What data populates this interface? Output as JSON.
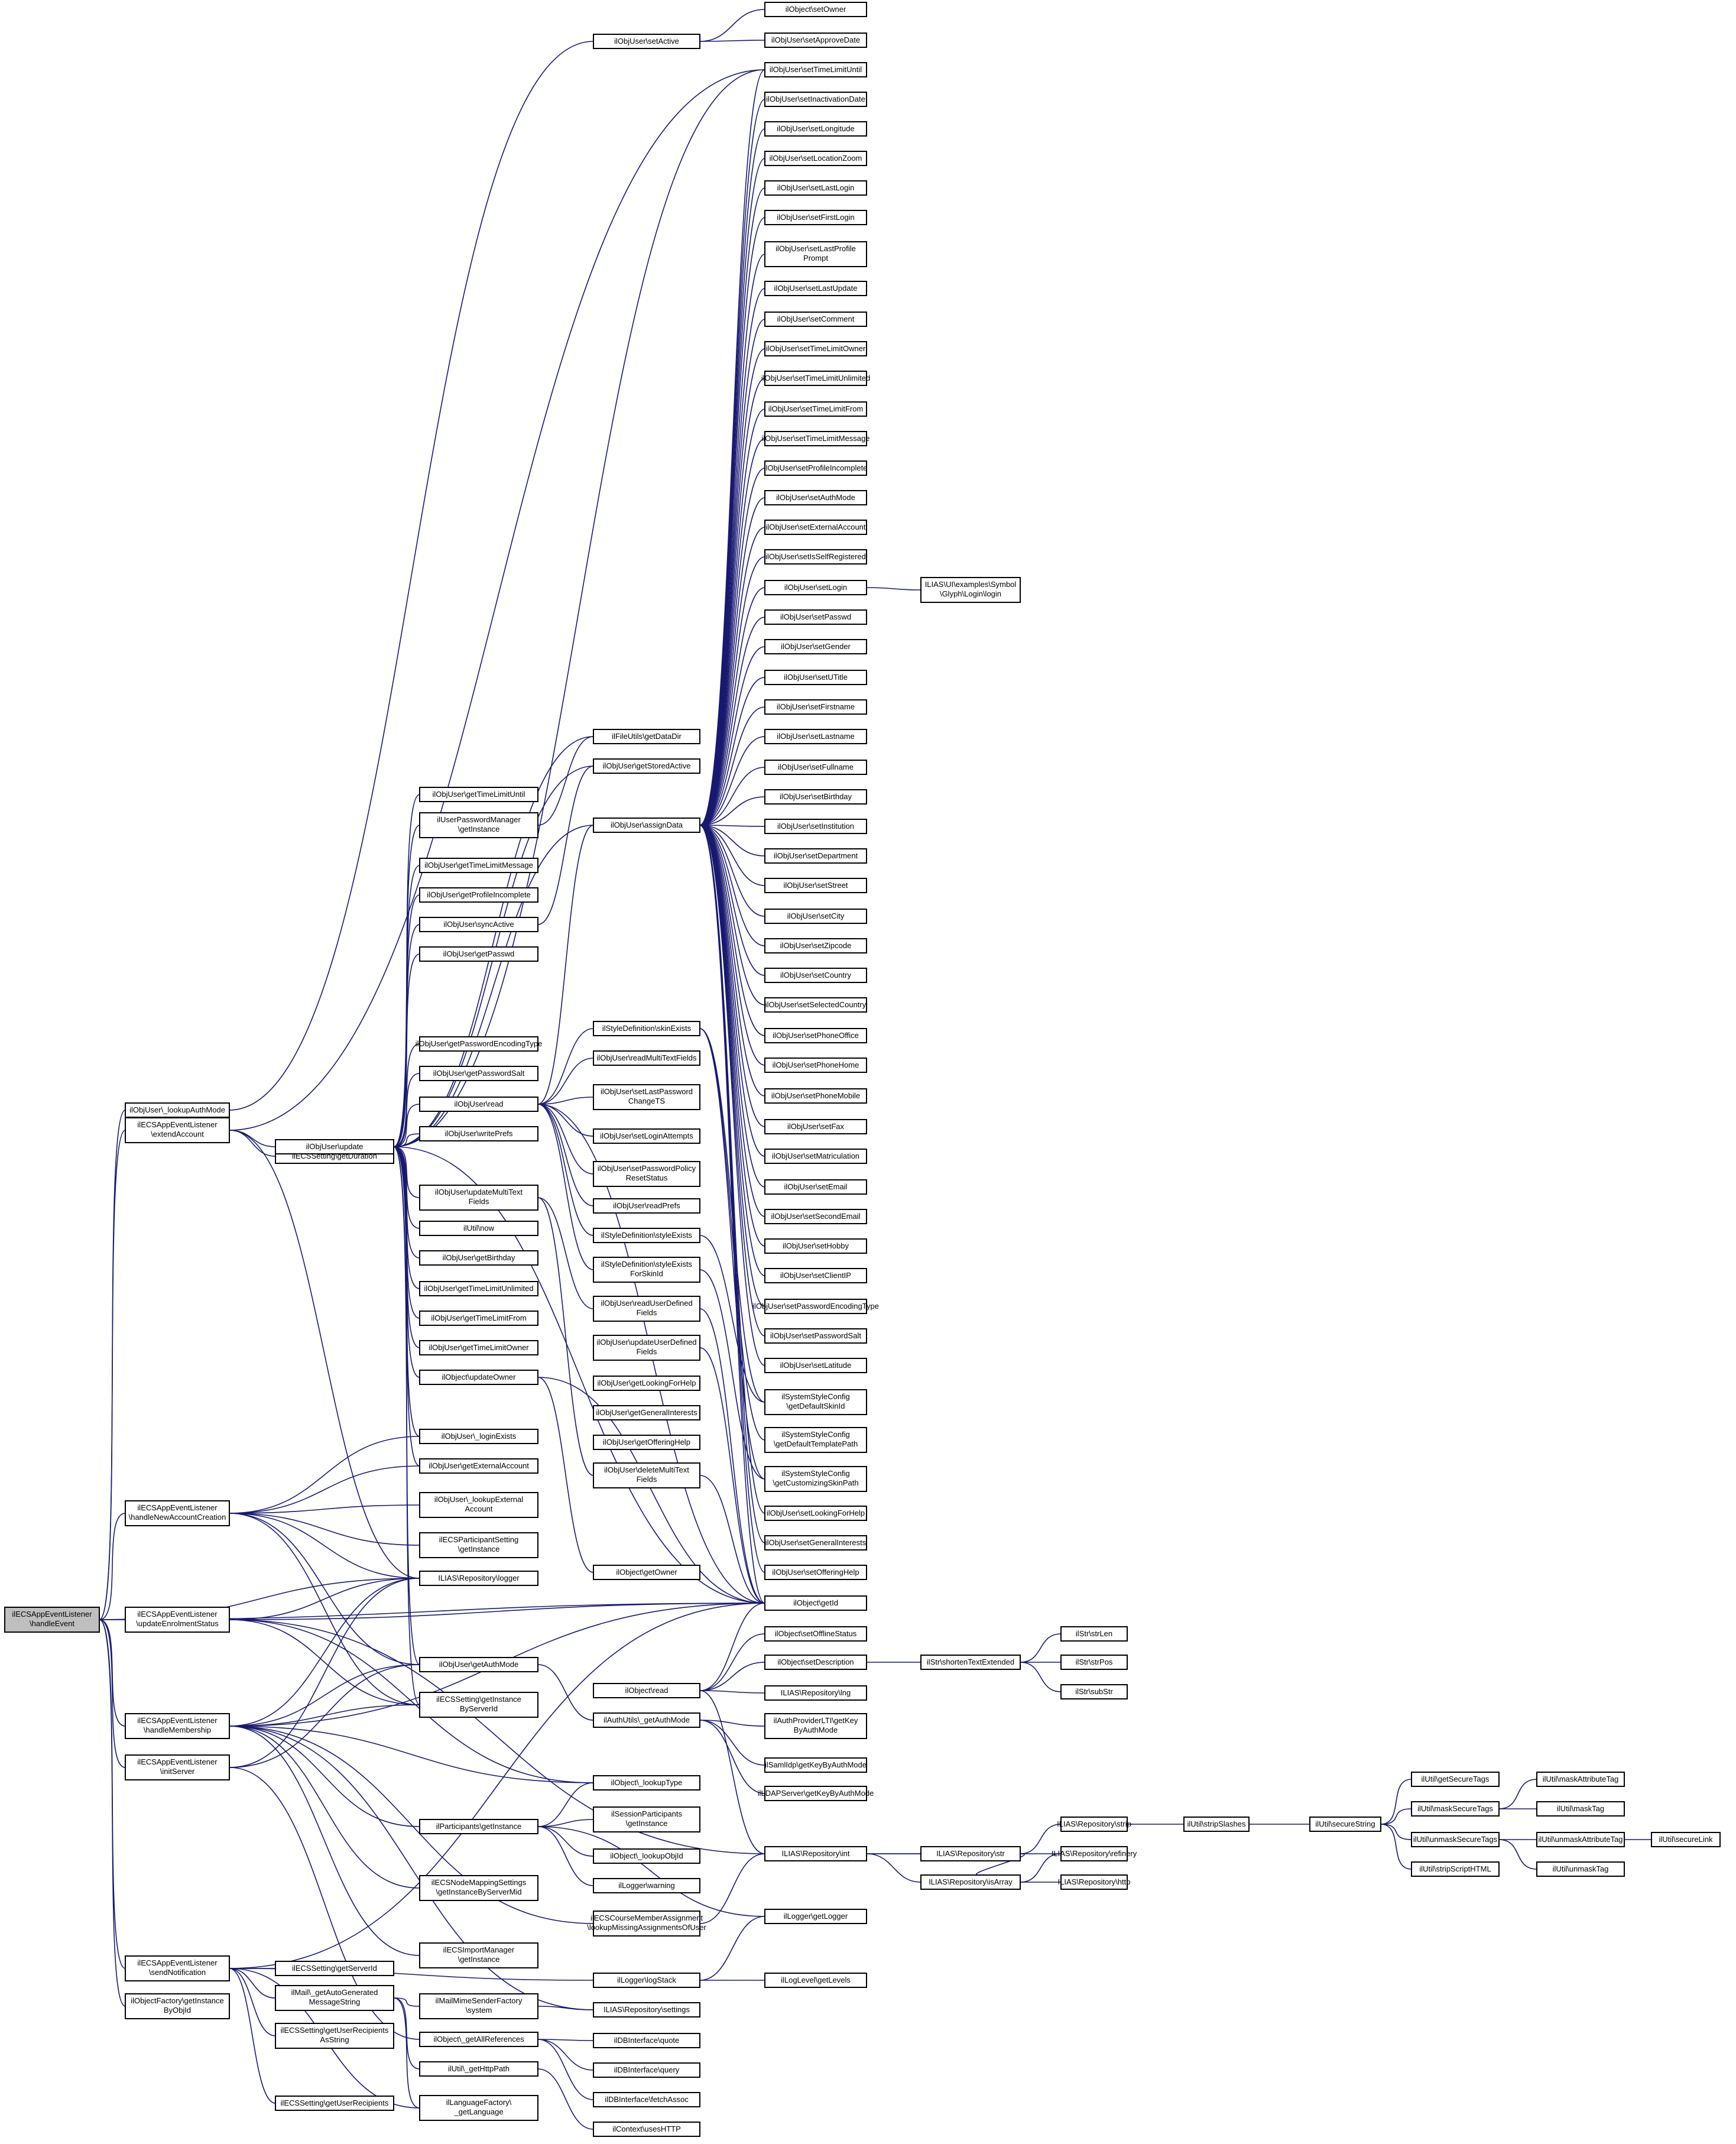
{
  "graph": {
    "root": "n0",
    "nodes": [
      {
        "id": "n0",
        "lines": [
          "ilECSAppEventListener",
          "\\handleEvent"
        ],
        "root": true
      },
      {
        "id": "n1",
        "lines": [
          "ilObjUser\\_lookupAuthMode"
        ]
      },
      {
        "id": "n2",
        "lines": [
          "ilECSAppEventListener",
          "\\extendAccount"
        ]
      },
      {
        "id": "n3",
        "lines": [
          "ilObjUser\\setActive"
        ]
      },
      {
        "id": "n4",
        "lines": [
          "ilObject\\setOwner"
        ]
      },
      {
        "id": "n5",
        "lines": [
          "ilObjUser\\setApproveDate"
        ]
      },
      {
        "id": "n6",
        "lines": [
          "ilObjUser\\setTimeLimitUntil"
        ]
      },
      {
        "id": "n7",
        "lines": [
          "ilObjUser\\setInactivationDate"
        ]
      },
      {
        "id": "n8",
        "lines": [
          "ilObjUser\\setLongitude"
        ]
      },
      {
        "id": "n9",
        "lines": [
          "ilObjUser\\setLocationZoom"
        ]
      },
      {
        "id": "n10",
        "lines": [
          "ilObjUser\\setLastLogin"
        ]
      },
      {
        "id": "n11",
        "lines": [
          "ilObjUser\\setFirstLogin"
        ]
      },
      {
        "id": "n12",
        "lines": [
          "ilObjUser\\setLastProfile",
          "Prompt"
        ]
      },
      {
        "id": "n13",
        "lines": [
          "ilObjUser\\setLastUpdate"
        ]
      },
      {
        "id": "n14",
        "lines": [
          "ilObjUser\\setComment"
        ]
      },
      {
        "id": "n15",
        "lines": [
          "ilObjUser\\setTimeLimitOwner"
        ]
      },
      {
        "id": "n16",
        "lines": [
          "ilObjUser\\setTimeLimitUnlimited"
        ]
      },
      {
        "id": "n17",
        "lines": [
          "ilObjUser\\setTimeLimitFrom"
        ]
      },
      {
        "id": "n18",
        "lines": [
          "ilObjUser\\setTimeLimitMessage"
        ]
      },
      {
        "id": "n19",
        "lines": [
          "ilObjUser\\setProfileIncomplete"
        ]
      },
      {
        "id": "n20",
        "lines": [
          "ilObjUser\\setAuthMode"
        ]
      },
      {
        "id": "n21",
        "lines": [
          "ilObjUser\\setExternalAccount"
        ]
      },
      {
        "id": "n22",
        "lines": [
          "ilObjUser\\setIsSelfRegistered"
        ]
      },
      {
        "id": "n23",
        "lines": [
          "ilObjUser\\setLogin"
        ]
      },
      {
        "id": "n24",
        "lines": [
          "ILIAS\\UI\\examples\\Symbol",
          "\\Glyph\\Login\\login"
        ]
      },
      {
        "id": "n25",
        "lines": [
          "ilObjUser\\setPasswd"
        ]
      },
      {
        "id": "n26",
        "lines": [
          "ilObjUser\\setGender"
        ]
      },
      {
        "id": "n27",
        "lines": [
          "ilObjUser\\setUTitle"
        ]
      },
      {
        "id": "n28",
        "lines": [
          "ilObjUser\\setFirstname"
        ]
      },
      {
        "id": "n29",
        "lines": [
          "ilObjUser\\setLastname"
        ]
      },
      {
        "id": "n30",
        "lines": [
          "ilObjUser\\setFullname"
        ]
      },
      {
        "id": "n31",
        "lines": [
          "ilObjUser\\setBirthday"
        ]
      },
      {
        "id": "n32",
        "lines": [
          "ilObjUser\\setInstitution"
        ]
      },
      {
        "id": "n33",
        "lines": [
          "ilObjUser\\setDepartment"
        ]
      },
      {
        "id": "n34",
        "lines": [
          "ilObjUser\\setStreet"
        ]
      },
      {
        "id": "n35",
        "lines": [
          "ilObjUser\\setCity"
        ]
      },
      {
        "id": "n36",
        "lines": [
          "ilObjUser\\setZipcode"
        ]
      },
      {
        "id": "n37",
        "lines": [
          "ilObjUser\\setCountry"
        ]
      },
      {
        "id": "n38",
        "lines": [
          "ilObjUser\\setSelectedCountry"
        ]
      },
      {
        "id": "n39",
        "lines": [
          "ilObjUser\\setPhoneOffice"
        ]
      },
      {
        "id": "n40",
        "lines": [
          "ilObjUser\\setPhoneHome"
        ]
      },
      {
        "id": "n41",
        "lines": [
          "ilObjUser\\setPhoneMobile"
        ]
      },
      {
        "id": "n42",
        "lines": [
          "ilObjUser\\setFax"
        ]
      },
      {
        "id": "n43",
        "lines": [
          "ilObjUser\\setMatriculation"
        ]
      },
      {
        "id": "n44",
        "lines": [
          "ilObjUser\\setEmail"
        ]
      },
      {
        "id": "n45",
        "lines": [
          "ilObjUser\\setSecondEmail"
        ]
      },
      {
        "id": "n46",
        "lines": [
          "ilObjUser\\setHobby"
        ]
      },
      {
        "id": "n47",
        "lines": [
          "ilObjUser\\setClientIP"
        ]
      },
      {
        "id": "n48",
        "lines": [
          "ilObjUser\\setPasswordEncodingType"
        ]
      },
      {
        "id": "n49",
        "lines": [
          "ilObjUser\\setPasswordSalt"
        ]
      },
      {
        "id": "n50",
        "lines": [
          "ilObjUser\\setLatitude"
        ]
      },
      {
        "id": "n51",
        "lines": [
          "ilSystemStyleConfig",
          "\\getDefaultSkinId"
        ]
      },
      {
        "id": "n52",
        "lines": [
          "ilSystemStyleConfig",
          "\\getDefaultTemplatePath"
        ]
      },
      {
        "id": "n53",
        "lines": [
          "ilSystemStyleConfig",
          "\\getCustomizingSkinPath"
        ]
      },
      {
        "id": "n54",
        "lines": [
          "ilObjUser\\setLookingForHelp"
        ]
      },
      {
        "id": "n55",
        "lines": [
          "ilObjUser\\setGeneralInterests"
        ]
      },
      {
        "id": "n56",
        "lines": [
          "ilObjUser\\setOfferingHelp"
        ]
      },
      {
        "id": "n57",
        "lines": [
          "ilObject\\getId"
        ]
      },
      {
        "id": "n58",
        "lines": [
          "ilObject\\setOfflineStatus"
        ]
      },
      {
        "id": "n59",
        "lines": [
          "ilObject\\setDescription"
        ]
      },
      {
        "id": "n60",
        "lines": [
          "ilStr\\shortenTextExtended"
        ]
      },
      {
        "id": "n61",
        "lines": [
          "ilStr\\strLen"
        ]
      },
      {
        "id": "n62",
        "lines": [
          "ilStr\\strPos"
        ]
      },
      {
        "id": "n63",
        "lines": [
          "ilStr\\subStr"
        ]
      },
      {
        "id": "n64",
        "lines": [
          "ILIAS\\Repository\\lng"
        ]
      },
      {
        "id": "n65",
        "lines": [
          "ilAuthProviderLTI\\getKey",
          "ByAuthMode"
        ]
      },
      {
        "id": "n66",
        "lines": [
          "ilSamlIdp\\getKeyByAuthMode"
        ]
      },
      {
        "id": "n67",
        "lines": [
          "ilLDAPServer\\getKeyByAuthMode"
        ]
      },
      {
        "id": "n68",
        "lines": [
          "ilECSSetting\\getDuration"
        ]
      },
      {
        "id": "n69",
        "lines": [
          "ilObjUser\\update"
        ]
      },
      {
        "id": "n70",
        "lines": [
          "ilObjUser\\getTimeLimitUntil"
        ]
      },
      {
        "id": "n71",
        "lines": [
          "ilUserPasswordManager",
          "\\getInstance"
        ]
      },
      {
        "id": "n72",
        "lines": [
          "ilObjUser\\getTimeLimitMessage"
        ]
      },
      {
        "id": "n73",
        "lines": [
          "ilObjUser\\getProfileIncomplete"
        ]
      },
      {
        "id": "n74",
        "lines": [
          "ilObjUser\\syncActive"
        ]
      },
      {
        "id": "n75",
        "lines": [
          "ilObjUser\\getPasswd"
        ]
      },
      {
        "id": "n76",
        "lines": [
          "ilObjUser\\getPasswordEncodingType"
        ]
      },
      {
        "id": "n77",
        "lines": [
          "ilObjUser\\getPasswordSalt"
        ]
      },
      {
        "id": "n78",
        "lines": [
          "ilObjUser\\read"
        ]
      },
      {
        "id": "n79",
        "lines": [
          "ilObjUser\\writePrefs"
        ]
      },
      {
        "id": "n80",
        "lines": [
          "ilObjUser\\updateMultiText",
          "Fields"
        ]
      },
      {
        "id": "n81",
        "lines": [
          "ilUtil\\now"
        ]
      },
      {
        "id": "n82",
        "lines": [
          "ilObjUser\\getBirthday"
        ]
      },
      {
        "id": "n83",
        "lines": [
          "ilObjUser\\getTimeLimitUnlimited"
        ]
      },
      {
        "id": "n84",
        "lines": [
          "ilObjUser\\getTimeLimitFrom"
        ]
      },
      {
        "id": "n85",
        "lines": [
          "ilObjUser\\getTimeLimitOwner"
        ]
      },
      {
        "id": "n86",
        "lines": [
          "ilObject\\updateOwner"
        ]
      },
      {
        "id": "n87",
        "lines": [
          "ilFileUtils\\getDataDir"
        ]
      },
      {
        "id": "n88",
        "lines": [
          "ilObjUser\\getStoredActive"
        ]
      },
      {
        "id": "n89",
        "lines": [
          "ilObjUser\\assignData"
        ]
      },
      {
        "id": "n90",
        "lines": [
          "ilStyleDefinition\\skinExists"
        ]
      },
      {
        "id": "n91",
        "lines": [
          "ilObjUser\\readMultiTextFields"
        ]
      },
      {
        "id": "n92",
        "lines": [
          "ilObjUser\\setLastPassword",
          "ChangeTS"
        ]
      },
      {
        "id": "n93",
        "lines": [
          "ilObjUser\\setLoginAttempts"
        ]
      },
      {
        "id": "n94",
        "lines": [
          "ilObjUser\\setPasswordPolicy",
          "ResetStatus"
        ]
      },
      {
        "id": "n95",
        "lines": [
          "ilObjUser\\readPrefs"
        ]
      },
      {
        "id": "n96",
        "lines": [
          "ilStyleDefinition\\styleExists"
        ]
      },
      {
        "id": "n97",
        "lines": [
          "ilStyleDefinition\\styleExists",
          "ForSkinId"
        ]
      },
      {
        "id": "n98",
        "lines": [
          "ilObjUser\\readUserDefined",
          "Fields"
        ]
      },
      {
        "id": "n99",
        "lines": [
          "ilObjUser\\updateUserDefined",
          "Fields"
        ]
      },
      {
        "id": "n100",
        "lines": [
          "ilObjUser\\getLookingForHelp"
        ]
      },
      {
        "id": "n101",
        "lines": [
          "ilObjUser\\getGeneralInterests"
        ]
      },
      {
        "id": "n102",
        "lines": [
          "ilObjUser\\getOfferingHelp"
        ]
      },
      {
        "id": "n103",
        "lines": [
          "ilObjUser\\deleteMultiText",
          "Fields"
        ]
      },
      {
        "id": "n104",
        "lines": [
          "ilObject\\getOwner"
        ]
      },
      {
        "id": "n105",
        "lines": [
          "ilObjUser\\_loginExists"
        ]
      },
      {
        "id": "n106",
        "lines": [
          "ilObjUser\\getExternalAccount"
        ]
      },
      {
        "id": "n107",
        "lines": [
          "ilObjUser\\_lookupExternal",
          "Account"
        ]
      },
      {
        "id": "n108",
        "lines": [
          "ilECSParticipantSetting",
          "\\getInstance"
        ]
      },
      {
        "id": "n109",
        "lines": [
          "ILIAS\\Repository\\logger"
        ]
      },
      {
        "id": "n110",
        "lines": [
          "ilECSAppEventListener",
          "\\handleNewAccountCreation"
        ]
      },
      {
        "id": "n111",
        "lines": [
          "ilECSAppEventListener",
          "\\updateEnrolmentStatus"
        ]
      },
      {
        "id": "n112",
        "lines": [
          "ilObjUser\\getAuthMode"
        ]
      },
      {
        "id": "n113",
        "lines": [
          "ilECSSetting\\getInstance",
          "ByServerId"
        ]
      },
      {
        "id": "n114",
        "lines": [
          "ilObject\\read"
        ]
      },
      {
        "id": "n115",
        "lines": [
          "ilAuthUtils\\_getAuthMode"
        ]
      },
      {
        "id": "n116",
        "lines": [
          "ilECSAppEventListener",
          "\\handleMembership"
        ]
      },
      {
        "id": "n117",
        "lines": [
          "ilECSAppEventListener",
          "\\initServer"
        ]
      },
      {
        "id": "n118",
        "lines": [
          "ilObject\\_lookupType"
        ]
      },
      {
        "id": "n119",
        "lines": [
          "ilParticipants\\getInstance"
        ]
      },
      {
        "id": "n120",
        "lines": [
          "ilSessionParticipants",
          "\\getInstance"
        ]
      },
      {
        "id": "n121",
        "lines": [
          "ilObject\\_lookupObjId"
        ]
      },
      {
        "id": "n122",
        "lines": [
          "ilLogger\\warning"
        ]
      },
      {
        "id": "n123",
        "lines": [
          "ilECSNodeMappingSettings",
          "\\getInstanceByServerMid"
        ]
      },
      {
        "id": "n124",
        "lines": [
          "ilECSCourseMemberAssignment",
          "\\lookupMissingAssignmentsOfUser"
        ]
      },
      {
        "id": "n125",
        "lines": [
          "ilECSImportManager",
          "\\getInstance"
        ]
      },
      {
        "id": "n126",
        "lines": [
          "ILIAS\\Repository\\int"
        ]
      },
      {
        "id": "n127",
        "lines": [
          "ILIAS\\Repository\\str"
        ]
      },
      {
        "id": "n128",
        "lines": [
          "ILIAS\\Repository\\strip"
        ]
      },
      {
        "id": "n129",
        "lines": [
          "ilUtil\\stripSlashes"
        ]
      },
      {
        "id": "n130",
        "lines": [
          "ilUtil\\secureString"
        ]
      },
      {
        "id": "n131",
        "lines": [
          "ilUtil\\getSecureTags"
        ]
      },
      {
        "id": "n132",
        "lines": [
          "ilUtil\\maskSecureTags"
        ]
      },
      {
        "id": "n133",
        "lines": [
          "ilUtil\\maskAttributeTag"
        ]
      },
      {
        "id": "n134",
        "lines": [
          "ilUtil\\maskTag"
        ]
      },
      {
        "id": "n135",
        "lines": [
          "ilUtil\\unmaskSecureTags"
        ]
      },
      {
        "id": "n136",
        "lines": [
          "ilUtil\\unmaskAttributeTag"
        ]
      },
      {
        "id": "n137",
        "lines": [
          "ilUtil\\secureLink"
        ]
      },
      {
        "id": "n138",
        "lines": [
          "ilUtil\\unmaskTag"
        ]
      },
      {
        "id": "n139",
        "lines": [
          "ilUtil\\stripScriptHTML"
        ]
      },
      {
        "id": "n140",
        "lines": [
          "ILIAS\\Repository\\refinery"
        ]
      },
      {
        "id": "n141",
        "lines": [
          "ILIAS\\Repository\\isArray"
        ]
      },
      {
        "id": "n142",
        "lines": [
          "ILIAS\\Repository\\http"
        ]
      },
      {
        "id": "n143",
        "lines": [
          "ilLogger\\getLogger"
        ]
      },
      {
        "id": "n144",
        "lines": [
          "ilLogger\\logStack"
        ]
      },
      {
        "id": "n145",
        "lines": [
          "ilLogLevel\\getLevels"
        ]
      },
      {
        "id": "n146",
        "lines": [
          "ILIAS\\Repository\\settings"
        ]
      },
      {
        "id": "n147",
        "lines": [
          "ilECSAppEventListener",
          "\\sendNotification"
        ]
      },
      {
        "id": "n148",
        "lines": [
          "ilObjectFactory\\getInstance",
          "ByObjId"
        ]
      },
      {
        "id": "n149",
        "lines": [
          "ilECSSetting\\getServerId"
        ]
      },
      {
        "id": "n150",
        "lines": [
          "ilMail\\_getAutoGenerated",
          "MessageString"
        ]
      },
      {
        "id": "n151",
        "lines": [
          "ilECSSetting\\getUserRecipients",
          "AsString"
        ]
      },
      {
        "id": "n152",
        "lines": [
          "ilECSSetting\\getUserRecipients"
        ]
      },
      {
        "id": "n153",
        "lines": [
          "ilMailMimeSenderFactory",
          "\\system"
        ]
      },
      {
        "id": "n154",
        "lines": [
          "ilObject\\_getAllReferences"
        ]
      },
      {
        "id": "n155",
        "lines": [
          "ilUtil\\_getHttpPath"
        ]
      },
      {
        "id": "n156",
        "lines": [
          "ilLanguageFactory\\",
          "_getLanguage"
        ]
      },
      {
        "id": "n157",
        "lines": [
          "ilDBInterface\\quote"
        ]
      },
      {
        "id": "n158",
        "lines": [
          "ilDBInterface\\query"
        ]
      },
      {
        "id": "n159",
        "lines": [
          "ilDBInterface\\fetchAssoc"
        ]
      },
      {
        "id": "n160",
        "lines": [
          "ilContext\\usesHTTP"
        ]
      }
    ]
  }
}
